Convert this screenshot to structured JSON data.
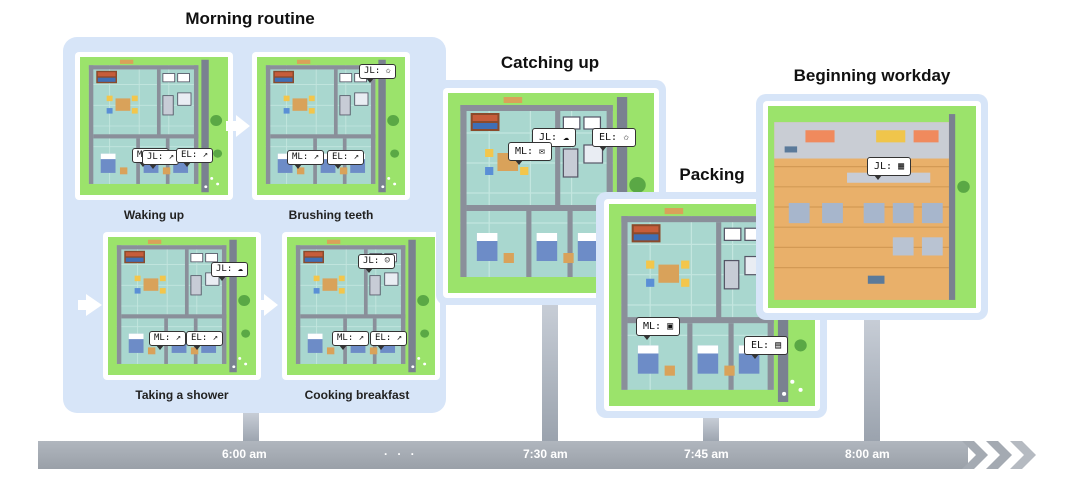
{
  "sections": {
    "morning_routine": {
      "title": "Morning routine",
      "steps": [
        {
          "caption": "Waking up",
          "bubbles": [
            "ML: ↗",
            "JL: ↗",
            "EL: ↗"
          ]
        },
        {
          "caption": "Brushing teeth",
          "bubbles": [
            "JL: ✩",
            "ML: ↗",
            "EL: ↗"
          ]
        },
        {
          "caption": "Taking a shower",
          "bubbles": [
            "JL: ☁",
            "ML: ↗",
            "EL: ↗"
          ]
        },
        {
          "caption": "Cooking breakfast",
          "bubbles": [
            "JL: ☺",
            "ML: ↗",
            "EL: ↗"
          ]
        }
      ]
    },
    "catching_up": {
      "title": "Catching up",
      "bubbles": [
        "JL: ☁",
        "EL: ✩",
        "ML: ✉"
      ]
    },
    "packing": {
      "title": "Packing",
      "bubbles": [
        "ML: ▣",
        "EL: ▤"
      ]
    },
    "beginning_workday": {
      "title": "Beginning workday",
      "bubbles": [
        "JL: ▦"
      ]
    }
  },
  "timeline": {
    "labels": [
      "6:00 am",
      "· · ·",
      "7:30 am",
      "7:45 am",
      "8:00 am"
    ]
  },
  "colors": {
    "panel": "#d7e5f8",
    "grass": "#9be36b",
    "floor": "#a9d7cf",
    "wall": "#8a8f9a",
    "wood": "#d9a25a",
    "timeline": "#a4aab2"
  }
}
